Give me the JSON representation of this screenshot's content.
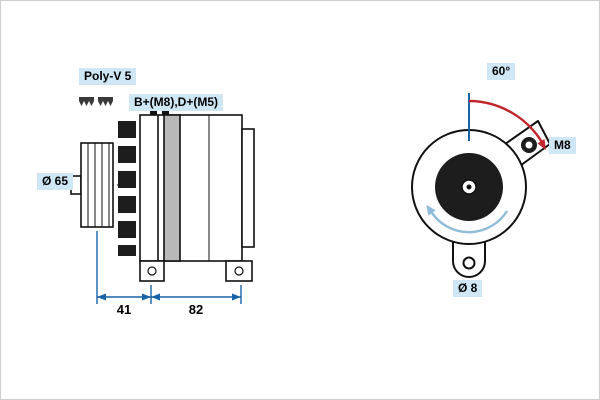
{
  "figure": {
    "labels": {
      "belt_type": "Poly-V 5",
      "terminals": "B+(M8),D+(M5)",
      "pulley_diameter": "Ø 65",
      "dim_pulley_to_face": "41",
      "dim_body_length": "82",
      "mounting_angle": "60°",
      "mounting_thread": "M8",
      "mounting_hole_diameter": "Ø 8"
    },
    "colors": {
      "label_background": "#cfe7f5",
      "dimension_blue": "#1663a7",
      "angle_arc_red": "#c0272d",
      "rotation_arrow_blue": "#8fbcd9",
      "line_art": "#111111",
      "background": "#ffffff"
    }
  }
}
